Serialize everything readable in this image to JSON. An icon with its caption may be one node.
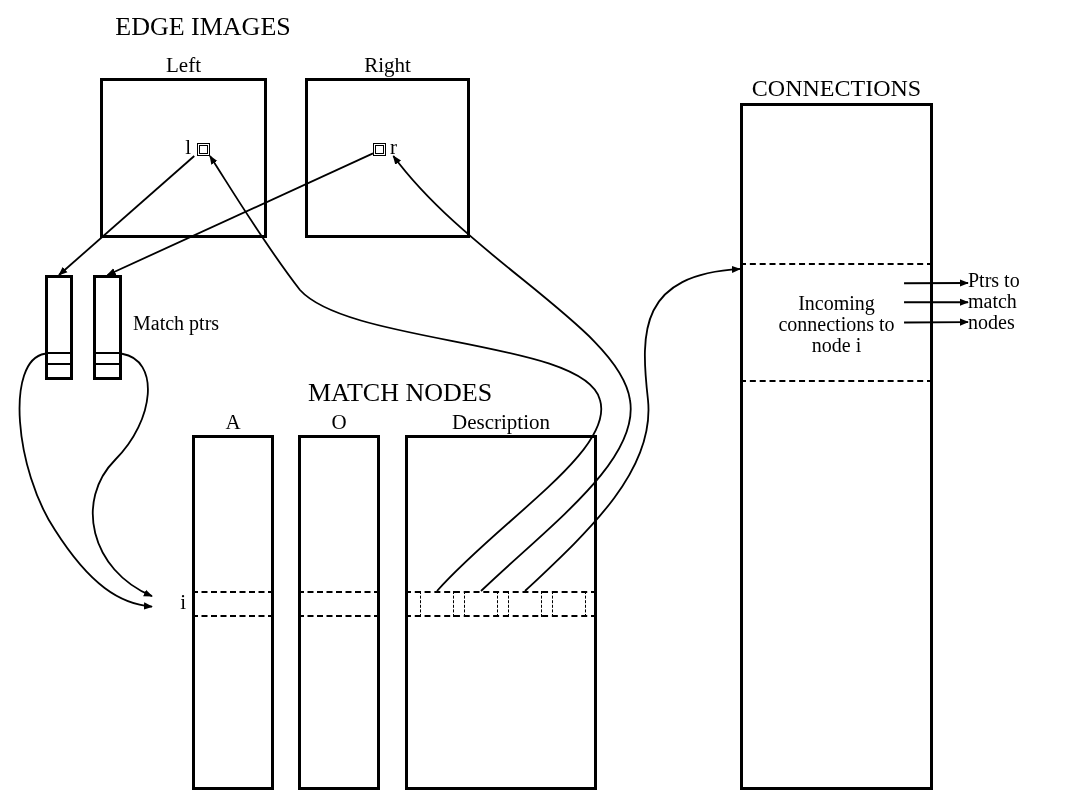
{
  "diagram": {
    "nodes": [
      {
        "text": [
          "Left"
        ]
      },
      {
        "text": [
          "l"
        ],
        "in": 0
      },
      {
        "text": [
          "Right"
        ]
      },
      {
        "text": [
          "r"
        ],
        "in": 2
      },
      {
        "text": [],
        "shape": "box"
      },
      {
        "text": [],
        "shape": "box"
      },
      {
        "text": [
          "A"
        ]
      },
      {
        "text": [
          "O"
        ]
      },
      {
        "text": [
          "Description"
        ]
      },
      {
        "text": [
          "i"
        ],
        "in": 6
      },
      {
        "text": [],
        "shape": "box",
        "in": 7
      },
      {
        "text": [],
        "shape": "box",
        "in": 8
      },
      {
        "text": [],
        "shape": "box",
        "in": 11
      },
      {
        "text": [],
        "shape": "box",
        "in": 11
      },
      {
        "text": [],
        "shape": "box",
        "in": 11
      },
      {
        "text": [],
        "shape": "box",
        "in": 11
      },
      {
        "text": [
          "CONNECTIONS"
        ]
      },
      {
        "text": [
          "Incoming connections to node i"
        ],
        "in": 16
      },
      {
        "text": [
          "Ptrs to match nodes"
        ]
      }
    ],
    "edges": [
      {
        "from": 1,
        "to": 4,
        "arrow": "to"
      },
      {
        "from": 3,
        "to": 5,
        "arrow": "to"
      },
      {
        "from": 4,
        "to": 9,
        "arrow": "to"
      },
      {
        "from": 5,
        "to": 9,
        "arrow": "to"
      },
      {
        "from": 12,
        "to": 1,
        "arrow": "to"
      },
      {
        "from": 13,
        "to": 3,
        "arrow": "to"
      },
      {
        "from": 14,
        "to": 17,
        "arrow": "to"
      },
      {
        "from": 17,
        "to": 18,
        "arrow": "to"
      },
      {
        "from": 17,
        "to": 18,
        "arrow": "to"
      },
      {
        "from": 17,
        "to": 18,
        "arrow": "to"
      }
    ],
    "labels": [
      "EDGE IMAGES",
      "Match ptrs",
      "MATCH NODES"
    ]
  }
}
